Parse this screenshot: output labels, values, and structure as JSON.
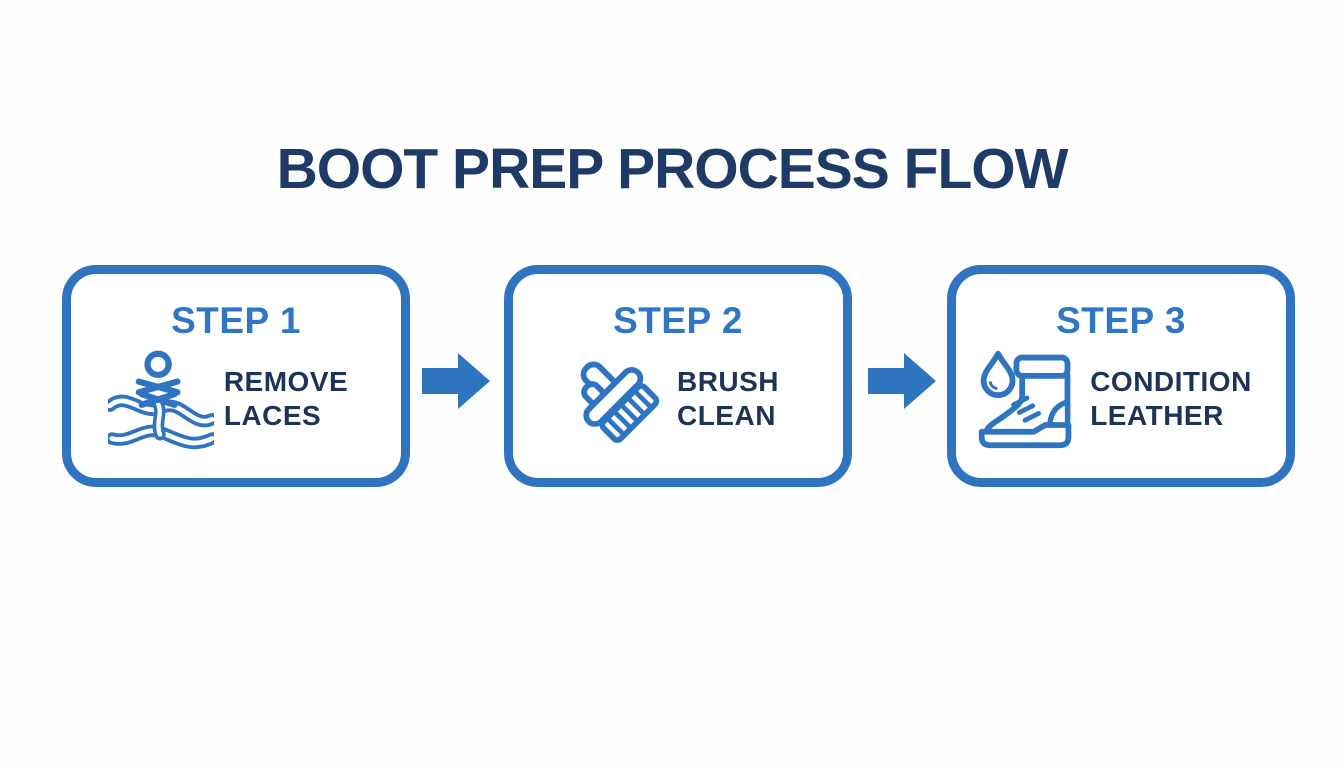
{
  "title": "BOOT PREP PROCESS FLOW",
  "colors": {
    "accent_blue": "#2e74c0",
    "step_heading_blue": "#2f76c4",
    "title_navy": "#1e3a66",
    "label_navy": "#1d3457",
    "background": "#ffffff"
  },
  "steps": [
    {
      "step_label": "STEP 1",
      "line1": "REMOVE",
      "line2": "LACES",
      "icon": "laces-icon"
    },
    {
      "step_label": "STEP 2",
      "line1": "BRUSH",
      "line2": "CLEAN",
      "icon": "brush-icon"
    },
    {
      "step_label": "STEP 3",
      "line1": "CONDITION",
      "line2": "LEATHER",
      "icon": "boot-drop-icon"
    }
  ],
  "arrows": [
    {
      "name": "right-arrow"
    },
    {
      "name": "right-arrow"
    }
  ]
}
